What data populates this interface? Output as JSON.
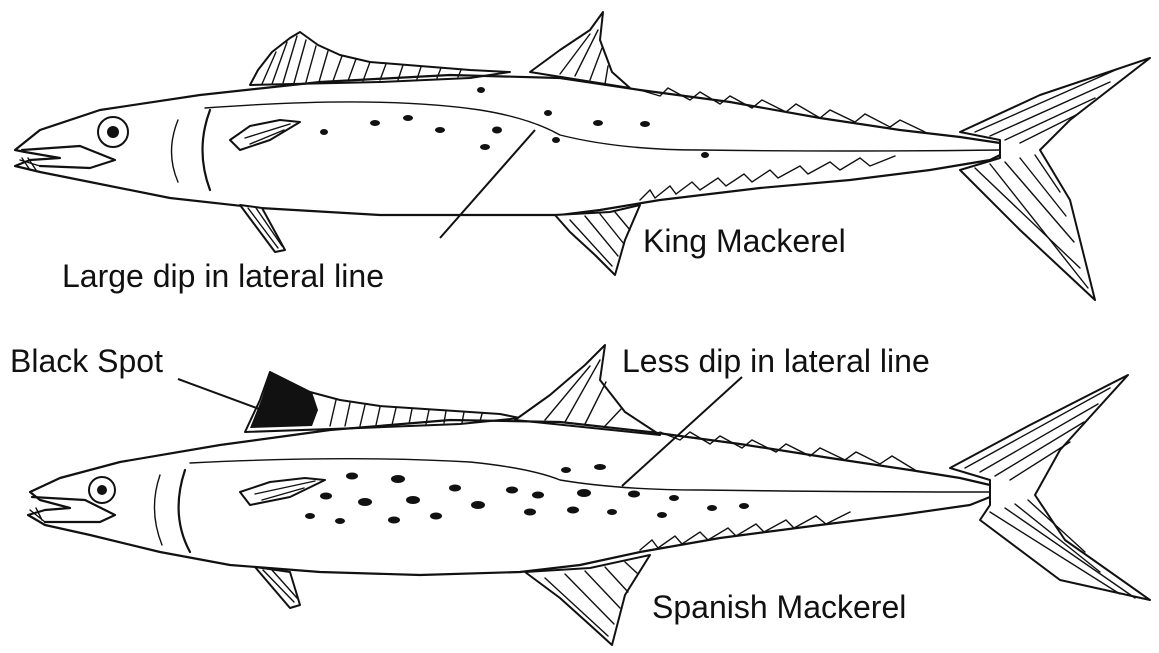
{
  "labels": {
    "king": "King Mackerel",
    "king_note": "Large dip in lateral line",
    "spanish": "Spanish Mackerel",
    "black_spot": "Black Spot",
    "spanish_note": "Less dip in lateral line"
  },
  "colors": {
    "ink": "#111111",
    "background": "#ffffff"
  }
}
